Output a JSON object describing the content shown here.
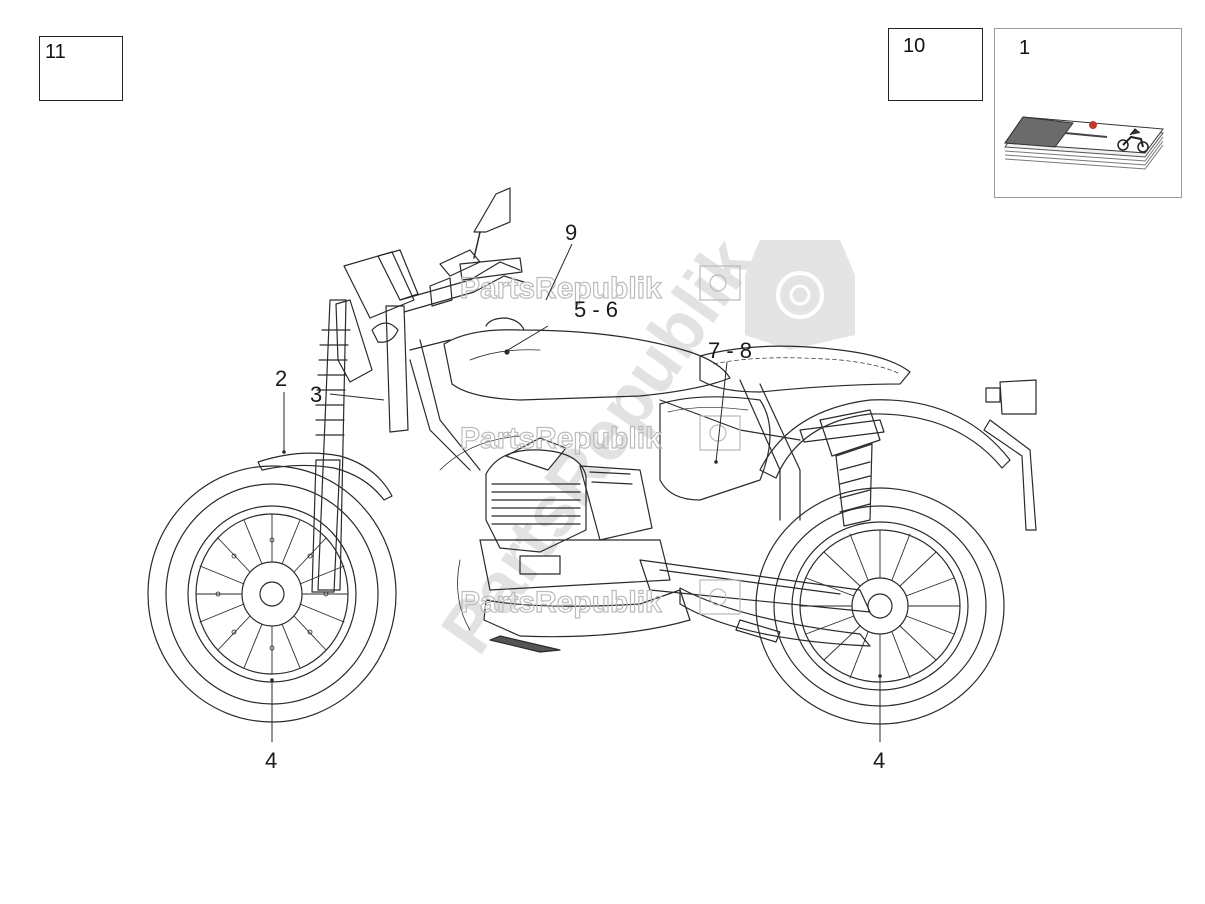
{
  "boxes": {
    "b11": {
      "label": "11"
    },
    "b10": {
      "label": "10"
    },
    "b1": {
      "label": "1"
    }
  },
  "callouts": [
    {
      "id": "c9",
      "label": "9"
    },
    {
      "id": "c56",
      "label": "5 - 6"
    },
    {
      "id": "c78",
      "label": "7 - 8"
    },
    {
      "id": "c2",
      "label": "2"
    },
    {
      "id": "c3",
      "label": "3"
    },
    {
      "id": "c4a",
      "label": "4"
    },
    {
      "id": "c4b",
      "label": "4"
    }
  ],
  "watermark": {
    "text": "PartsRepublik"
  },
  "colors": {
    "line": "#2a2a2a",
    "watermark": "#cfcfcf",
    "manual_cover": "#6b6b6b",
    "manual_accent": "#c0392b"
  },
  "icons": {
    "manual": "owners-manual-icon",
    "gear": "gear-icon"
  }
}
